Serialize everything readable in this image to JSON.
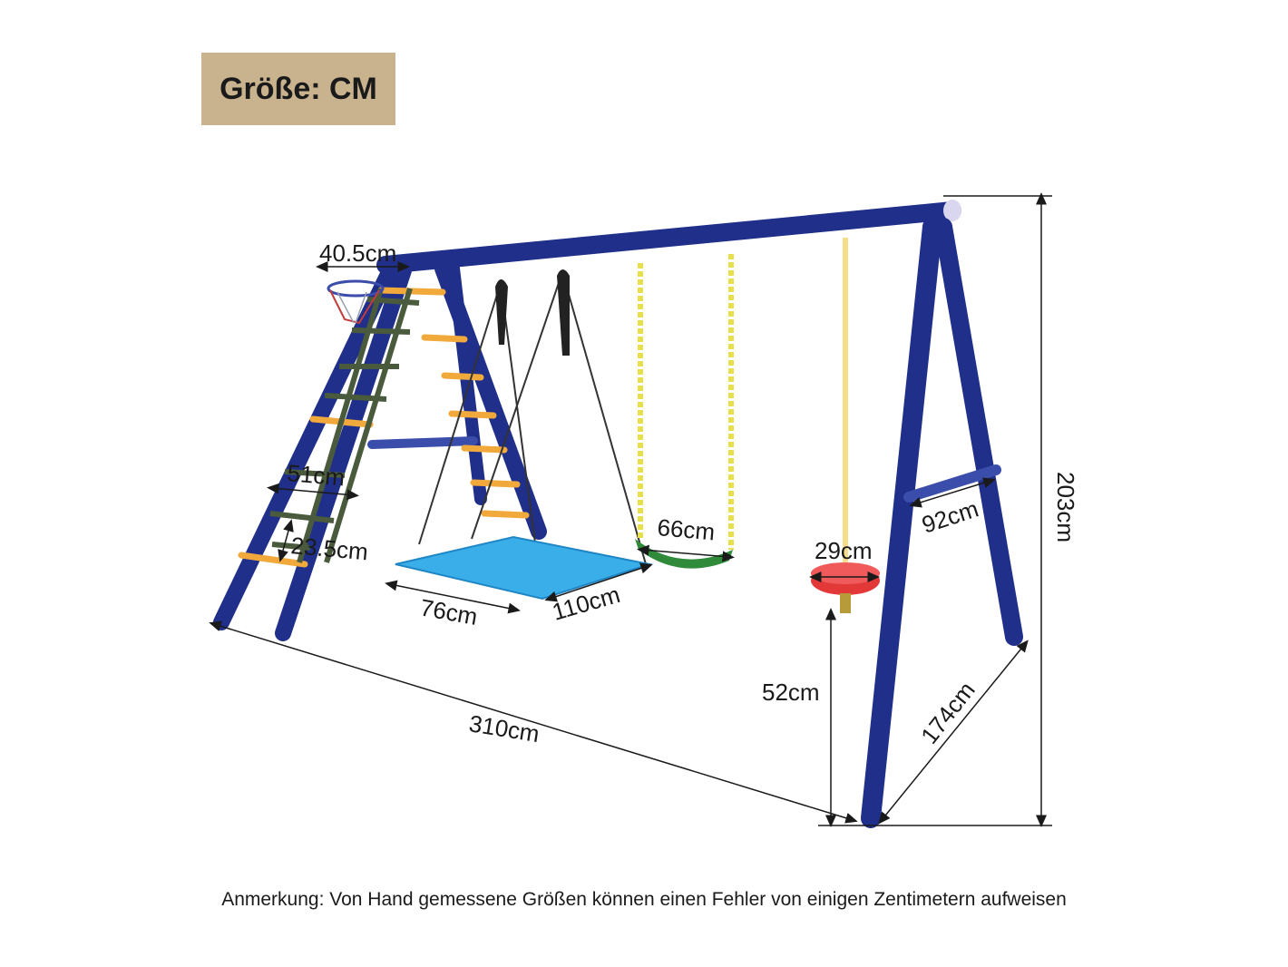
{
  "badge": {
    "text": "Größe: CM"
  },
  "dimensions": {
    "top_width": "40.5cm",
    "height": "203cm",
    "ladder_width": "51cm",
    "rung_spacing": "23.5cm",
    "platform_width": "76cm",
    "platform_length": "110cm",
    "seat_width": "66cm",
    "disc_diameter": "29cm",
    "side_bar": "92cm",
    "seat_height": "52cm",
    "total_length": "310cm",
    "base_depth": "174cm"
  },
  "note": {
    "text": "Anmerkung: Von Hand gemessene Größen können einen Fehler von einigen Zentimetern aufweisen"
  },
  "colors": {
    "frame": "#1f2f8a",
    "frame_light": "#3a4dab",
    "rungs": "#f2a93b",
    "net": "#4a5a3c",
    "platform": "#3aaee8",
    "seat": "#2f8a3a",
    "chain": "#e8e04a",
    "disc": "#e23838",
    "badge": "#c9b28e"
  }
}
